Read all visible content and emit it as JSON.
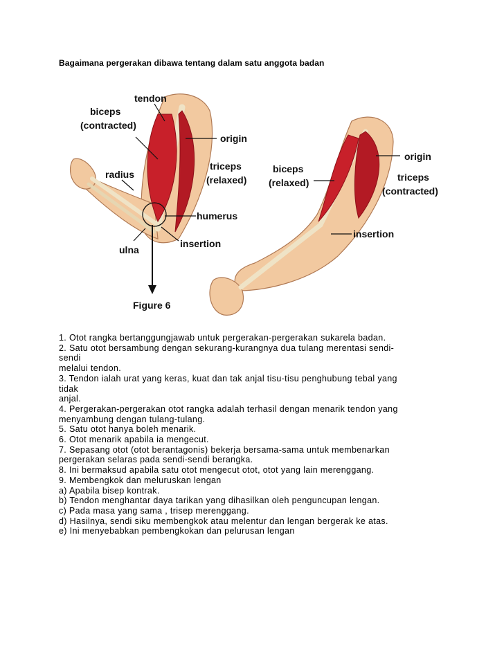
{
  "heading": "Bagaimana pergerakan dibawa tentang dalam satu anggota badan",
  "figure": {
    "left_arm": {
      "tendon": "tendon",
      "biceps_line1": "biceps",
      "biceps_line2": "(contracted)",
      "radius": "radius",
      "origin": "origin",
      "triceps_line1": "triceps",
      "triceps_line2": "(relaxed)",
      "humerus": "humerus",
      "insertion": "insertion",
      "ulna": "ulna",
      "caption": "Figure 6"
    },
    "right_arm": {
      "origin": "origin",
      "biceps_line1": "biceps",
      "biceps_line2": "(relaxed)",
      "triceps_line1": "triceps",
      "triceps_line2": "(contracted)",
      "insertion": "insertion"
    },
    "colors": {
      "skin": "#f2c9a0",
      "skin_shadow": "#d99e74",
      "muscle": "#c8202a",
      "muscle_dark": "#8e1119",
      "bone": "#efe3c6"
    }
  },
  "lines": [
    "1. Otot rangka bertanggungjawab untuk pergerakan-pergerakan sukarela badan.",
    "2. Satu otot bersambung dengan sekurang-kurangnya dua tulang merentasi sendi-",
    "sendi",
    "melalui tendon.",
    "3. Tendon ialah urat yang keras, kuat dan tak anjal tisu-tisu penghubung tebal yang",
    "tidak",
    "anjal.",
    "4. Pergerakan-pergerakan otot rangka adalah terhasil dengan menarik tendon yang",
    "menyambung dengan tulang-tulang.",
    "5. Satu otot hanya boleh menarik.",
    "6. Otot menarik apabila ia mengecut.",
    "7. Sepasang otot (otot berantagonis) bekerja bersama-sama untuk membenarkan",
    "pergerakan selaras pada sendi-sendi berangka.",
    "8. Ini bermaksud apabila satu otot mengecut otot, otot yang lain merenggang.",
    "9. Membengkok dan meluruskan lengan",
    "a) Apabila bisep kontrak.",
    "b) Tendon menghantar daya tarikan yang dihasilkan oleh penguncupan lengan.",
    "c) Pada masa yang sama , trisep merenggang.",
    "d) Hasilnya, sendi siku membengkok atau melentur dan lengan bergerak ke atas.",
    "e) Ini menyebabkan pembengkokan dan pelurusan lengan"
  ]
}
